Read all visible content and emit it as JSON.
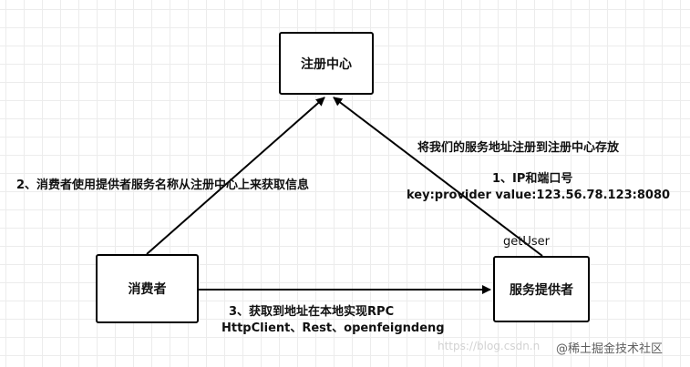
{
  "nodes": {
    "registry": "注册中心",
    "consumer": "消费者",
    "provider": "服务提供者"
  },
  "edges": {
    "register_label": "将我们的服务地址注册到注册中心存放",
    "discover_label": "2、消费者使用提供者服务名称从注册中心上来获取信息",
    "ip_port_label": "1、IP和端口号",
    "key_value_label": "key:provider  value:123.56.78.123:8080",
    "method_label": "getUser",
    "rpc_label": "3、获取到地址在本地实现RPC",
    "client_label": "HttpClient、Rest、openfeigndeng"
  },
  "watermark": {
    "url": "https://blog.csdn.n",
    "site": "@稀土掘金技术社区"
  },
  "colors": {
    "stroke": "#000000",
    "grid": "#ececec",
    "background": "#ffffff"
  }
}
